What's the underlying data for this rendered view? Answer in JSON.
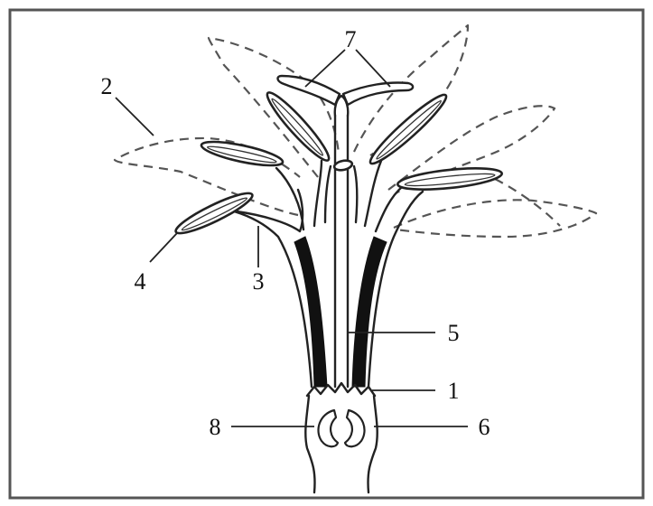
{
  "figure": {
    "labels": {
      "l1": "1",
      "l2": "2",
      "l3": "3",
      "l4": "4",
      "l5": "5",
      "l6": "6",
      "l7": "7",
      "l8": "8"
    },
    "colors": {
      "frame": "#555555",
      "ink": "#222222",
      "fill": "#ffffff",
      "dark_tissue": "#111111"
    }
  }
}
